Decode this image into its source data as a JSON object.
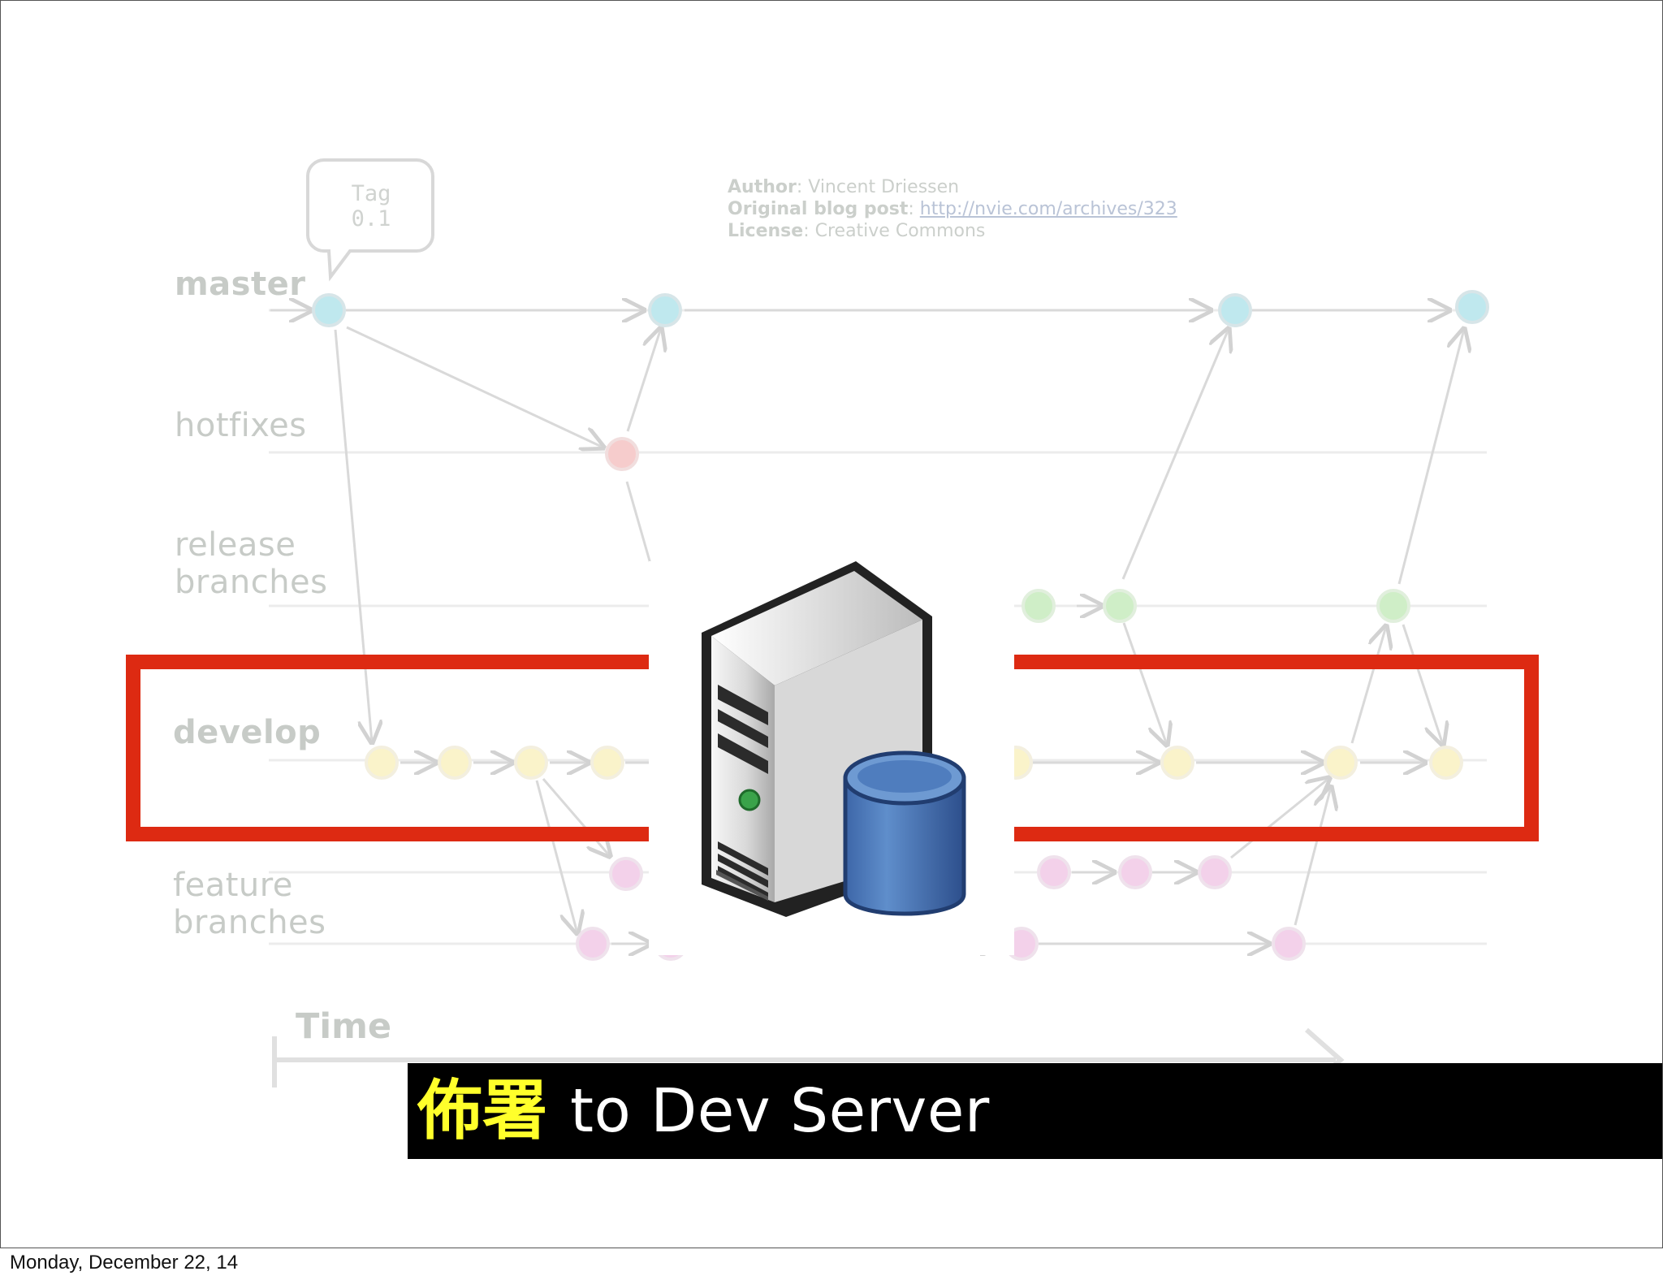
{
  "diagram": {
    "tag": {
      "label": "Tag\n0.1"
    },
    "meta": {
      "author_key": "Author",
      "author_value": "Vincent Driessen",
      "blog_key": "Original blog post",
      "blog_url": "http://nvie.com/archives/323",
      "license_key": "License",
      "license_value": "Creative Commons"
    },
    "branches": {
      "master": "master",
      "hotfixes": "hotfixes",
      "release": "release\nbranches",
      "develop": "develop",
      "feature": "feature\nbranches"
    },
    "time_label": "Time",
    "colors": {
      "master": "#b7e3ea",
      "hotfix": "#f4c6c7",
      "release": "#c8ebc0",
      "develop": "#f8f0c3",
      "feature": "#f1cbe6",
      "line": "#d7d7d7",
      "highlight": "#dd2a12"
    }
  },
  "caption": {
    "cjk_text": "佈署",
    "text": "to Dev Server"
  },
  "footer": {
    "date": "Monday, December 22, 14"
  }
}
